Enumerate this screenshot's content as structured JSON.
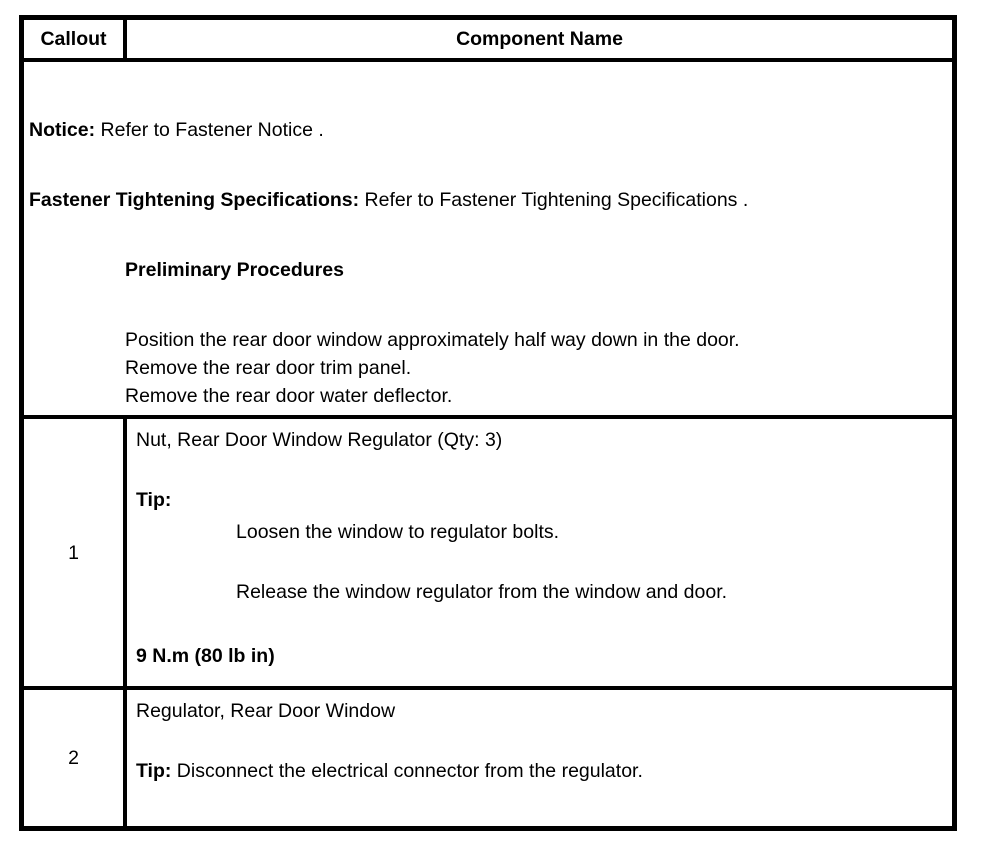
{
  "page": {
    "background": "#ffffff",
    "border_color": "#000000",
    "text_color": "#000000"
  },
  "table": {
    "header": {
      "callout_label": "Callout",
      "component_label": "Component Name"
    },
    "preamble": {
      "notice_label": "Notice:",
      "notice_text": " Refer to Fastener Notice .",
      "fastener_label": "Fastener Tightening Specifications:",
      "fastener_text": " Refer to Fastener Tightening Specifications .",
      "preliminary_heading": "Preliminary Procedures",
      "procedures": [
        "Position the rear door window approximately half way down in the door.",
        "Remove the rear door trim panel.",
        "Remove the rear door water deflector."
      ]
    },
    "rows": [
      {
        "callout": "1",
        "component": "Nut, Rear Door Window Regulator (Qty: 3)",
        "tip_label": "Tip:",
        "tip_items": [
          "Loosen the window to regulator bolts.",
          "Release the window regulator from the window and door."
        ],
        "torque": "9 N.m (80 lb in)"
      },
      {
        "callout": "2",
        "component": "Regulator, Rear Door Window",
        "tip_label": "Tip:",
        "tip_text": " Disconnect the electrical connector from the regulator."
      }
    ]
  }
}
